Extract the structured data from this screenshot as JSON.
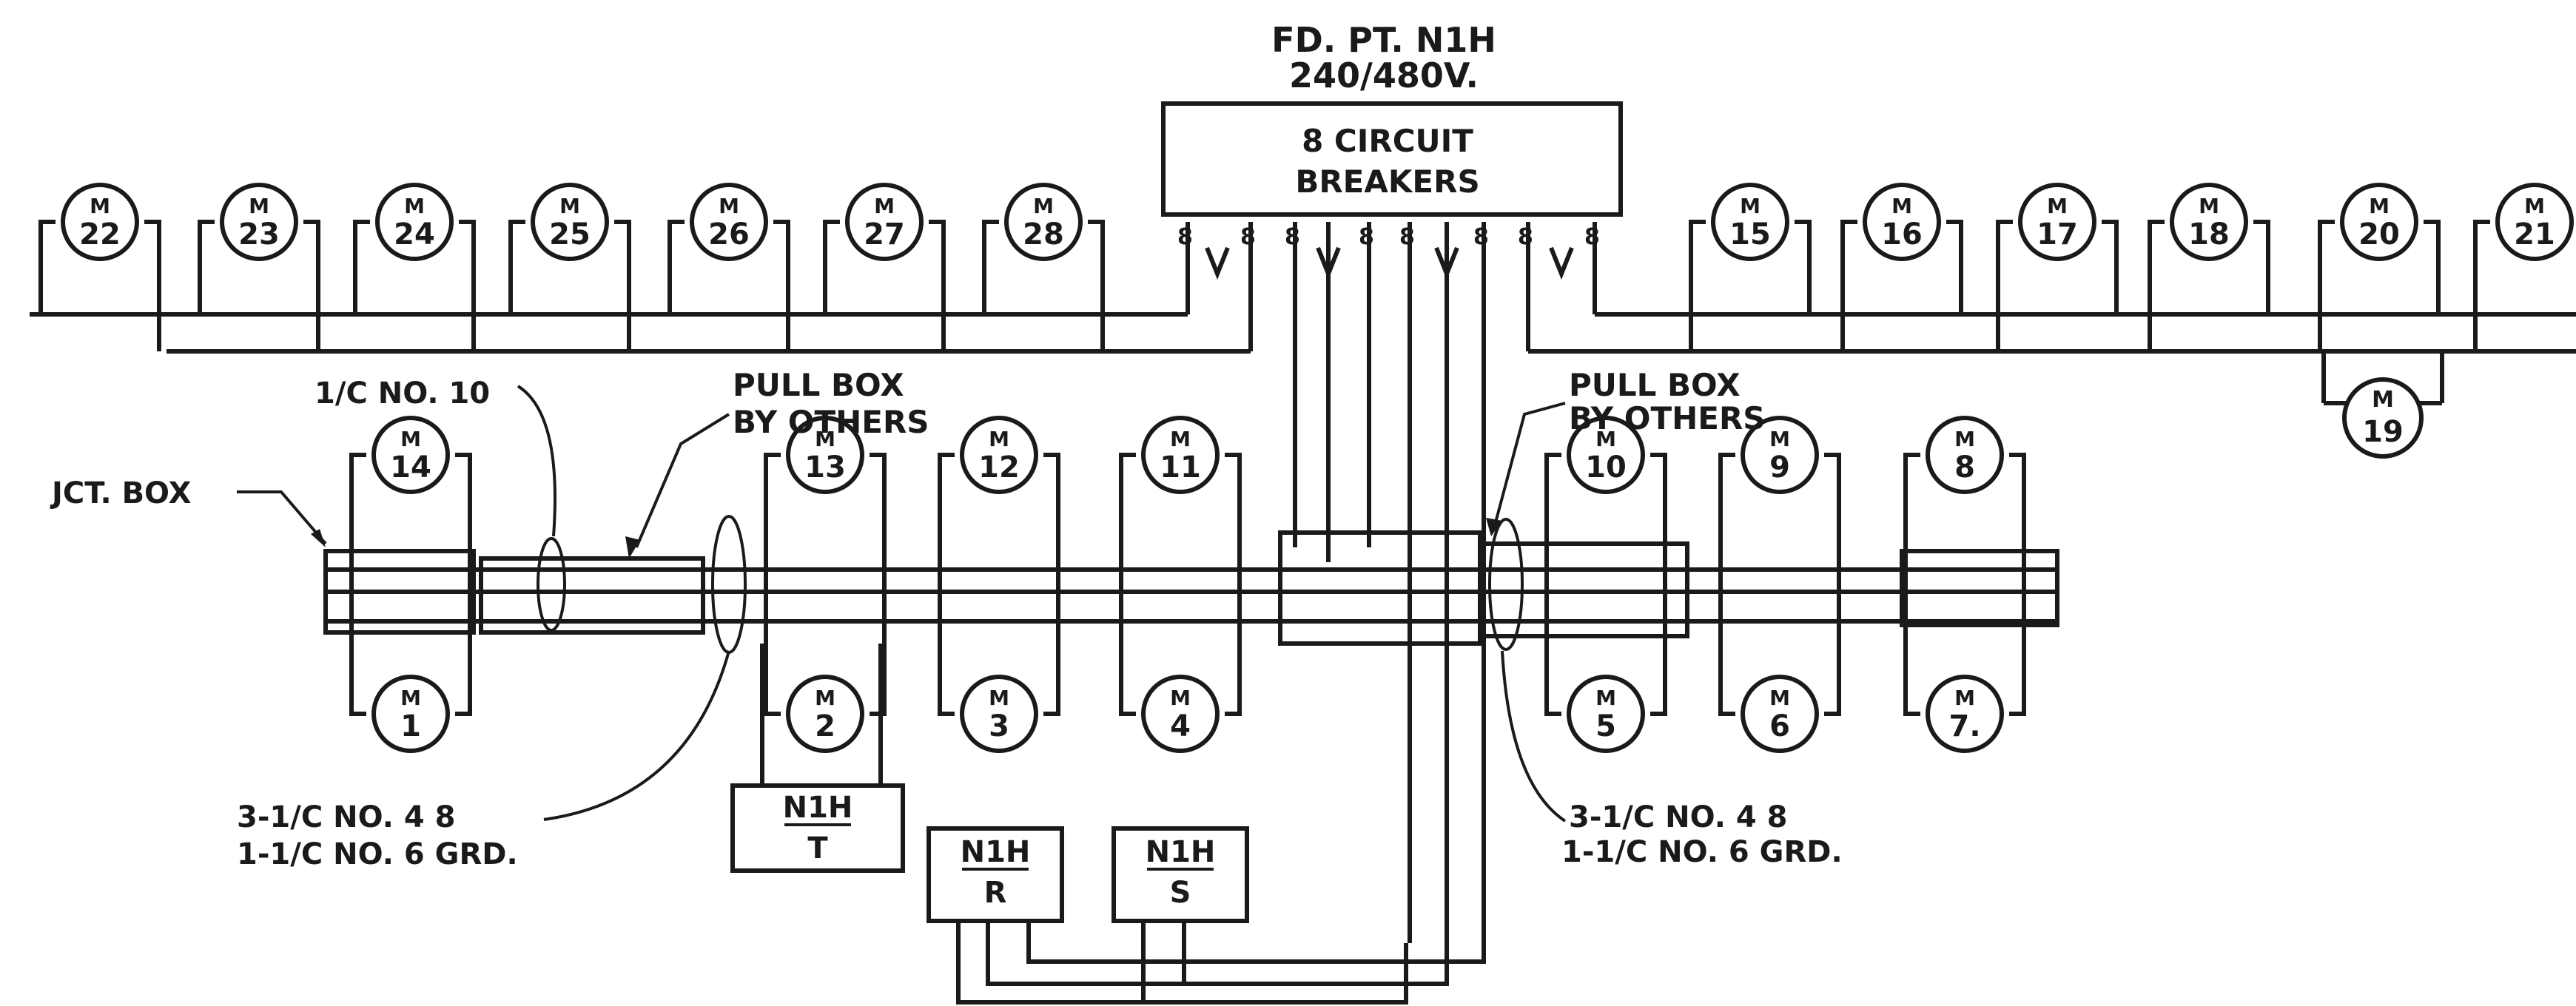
{
  "panel": {
    "title_line1": "FD. PT. N1H",
    "title_line2": "240/480V.",
    "breaker_line1": "8 CIRCUIT",
    "breaker_line2": "BREAKERS"
  },
  "motor_letter": "M",
  "motors_top_left": [
    "22",
    "23",
    "24",
    "25",
    "26",
    "27",
    "28"
  ],
  "motors_top_right": [
    "15",
    "16",
    "17",
    "18",
    "20",
    "21"
  ],
  "motor_19": "19",
  "motors_mid_upper": [
    "14",
    "13",
    "12",
    "11",
    "10",
    "9",
    "8"
  ],
  "motors_mid_lower": [
    "1",
    "2",
    "3",
    "4",
    "5",
    "6",
    "7."
  ],
  "breaker_marks": [
    "8",
    "8",
    "8",
    "8",
    "8",
    "8",
    "8",
    "8"
  ],
  "labels": {
    "cable_1c": "1/C NO. 10",
    "jct_box": "JCT. BOX",
    "pull_box_left_1": "PULL BOX",
    "pull_box_left_2": "BY OTHERS",
    "pull_box_right_1": "PULL BOX",
    "pull_box_right_2": "BY OTHERS",
    "cable_left_1": "3-1/C NO. 4 8",
    "cable_left_2": "1-1/C NO. 6 GRD.",
    "cable_right_1": "3-1/C NO. 4 8",
    "cable_right_2": "1-1/C NO. 6 GRD."
  },
  "sub_panels": [
    {
      "top": "N1H",
      "bottom": "T"
    },
    {
      "top": "N1H",
      "bottom": "R"
    },
    {
      "top": "N1H",
      "bottom": "S"
    }
  ]
}
